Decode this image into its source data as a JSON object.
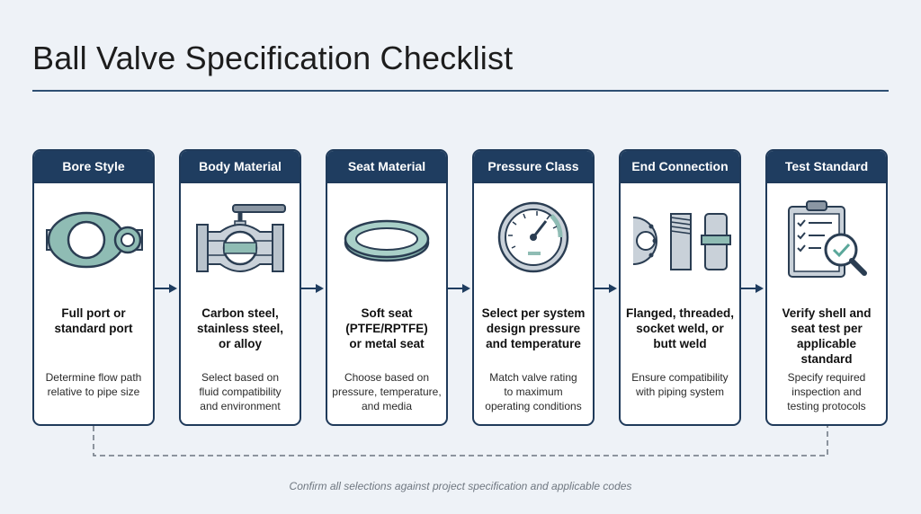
{
  "title": "Ball Valve Specification Checklist",
  "cards": [
    {
      "heading": "Bore Style",
      "main": "Full port or\nstandard port",
      "sub": "Determine flow path\nrelative to pipe size",
      "icon": "bore-ports-icon"
    },
    {
      "heading": "Body Material",
      "main": "Carbon steel,\nstainless steel,\nor alloy",
      "sub": "Select based on\nfluid compatibility\nand environment",
      "icon": "valve-body-cutaway-icon"
    },
    {
      "heading": "Seat Material",
      "main": "Soft seat\n(PTFE/RPTFE)\nor metal seat",
      "sub": "Choose based on\npressure, temperature,\nand media",
      "icon": "seat-ring-icon"
    },
    {
      "heading": "Pressure Class",
      "main": "Select per system\ndesign pressure\nand temperature",
      "sub": "Match valve rating\nto maximum\noperating conditions",
      "icon": "pressure-gauge-icon"
    },
    {
      "heading": "End Connection",
      "main": "Flanged, threaded,\nsocket weld, or\nbutt weld",
      "sub": "Ensure compatibility\nwith piping system",
      "icon": "pipe-ends-icon"
    },
    {
      "heading": "Test Standard",
      "main": "Verify shell and\nseat test per\napplicable standard",
      "sub": "Specify required\ninspection and\ntesting protocols",
      "icon": "clipboard-magnifier-icon"
    }
  ],
  "footnote": "Confirm all selections against project specification and applicable codes",
  "colors": {
    "header": "#1f3d60",
    "accent": "#8fbcb4",
    "steel": "#b9c3cc",
    "outline": "#2a3d52",
    "background": "#eef2f7"
  }
}
